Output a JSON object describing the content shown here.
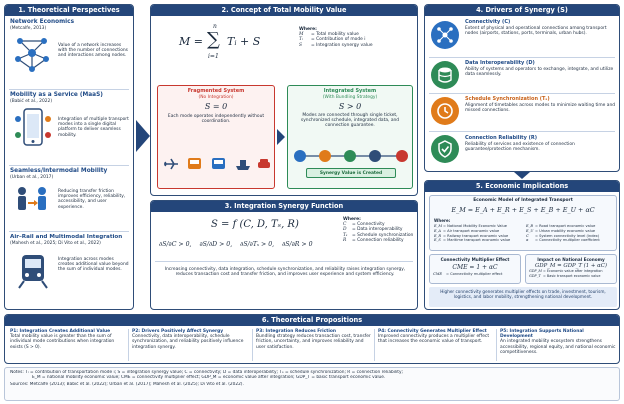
{
  "panel1": {
    "title": "1. Theoretical Perspectives",
    "items": [
      {
        "title": "Network Economics",
        "cite": "(Metcalfe, 2013)",
        "desc": "Value of a network increases with the number of connections and interactions among nodes."
      },
      {
        "title": "Mobility as a Service (MaaS)",
        "cite": "(Babić et al., 2022)",
        "desc": "Integration of multiple transport modes into a single digital platform to deliver seamless mobility."
      },
      {
        "title": "Seamless/Intermodal Mobility",
        "cite": "(Urban et al., 2017)",
        "desc": "Reducing transfer friction improves efficiency, reliability, accessibility, and user experience."
      },
      {
        "title": "Air–Rail and Multimodal Integration",
        "cite": "(Mahesh et al., 2025; Di Vito et al., 2022)",
        "desc": "Integration across modes creates additional value beyond the sum of individual modes."
      }
    ]
  },
  "panel2": {
    "title": "2. Concept of Total Mobility Value",
    "formula_lhs": "M =",
    "formula_sum": "∑",
    "formula_top": "n",
    "formula_bot": "i=1",
    "formula_rhs": "Tᵢ + S",
    "where_label": "Where:",
    "where": [
      {
        "sym": "M",
        "desc": "= Total mobility value"
      },
      {
        "sym": "Tᵢ",
        "desc": "= Contribution of mode i"
      },
      {
        "sym": "S",
        "desc": "= Integration synergy value"
      }
    ],
    "fragmented": {
      "title1": "Fragmented System",
      "title2": "(No Integration)",
      "eq": "S = 0",
      "desc": "Each mode operates independently without coordination."
    },
    "integrated": {
      "title1": "Integrated System",
      "title2": "(With Bundling Strategy)",
      "eq": "S > 0",
      "desc": "Modes are connected through single ticket, synchronized schedule, integrated data, and connection guarantee."
    },
    "synergy_label": "Synergy Value is Created"
  },
  "panel3": {
    "title": "3. Integration Synergy Function",
    "formula": "S = f (C, D, Tₛ, R)",
    "derivs": [
      "∂S/∂C > 0,",
      "∂S/∂D > 0,",
      "∂S/∂Tₛ > 0,",
      "∂S/∂R > 0"
    ],
    "where_label": "Where:",
    "where": [
      {
        "sym": "C",
        "desc": "= Connectivity"
      },
      {
        "sym": "D",
        "desc": "= Data interoperability"
      },
      {
        "sym": "Tₛ",
        "desc": "= Schedule synchronization"
      },
      {
        "sym": "R",
        "desc": "= Connection reliability"
      }
    ],
    "summary": "Increasing connectivity, data integration, schedule synchronization, and reliability raises integration synergy, reduces transaction cost and transfer friction, and improves user experience and system efficiency."
  },
  "panel4": {
    "title": "4. Drivers of Synergy (S)",
    "items": [
      {
        "title": "Connectivity (C)",
        "desc": "Extent of physical and operational connections among transport nodes (airports, stations, ports, terminals, urban hubs).",
        "color": "#2a6fc0"
      },
      {
        "title": "Data Interoperability (D)",
        "desc": "Ability of systems and operators to exchange, integrate, and utilize data seamlessly.",
        "color": "#2e8b57"
      },
      {
        "title": "Schedule Synchronization (Tₛ)",
        "desc": "Alignment of timetables across modes to minimize waiting time and missed connections.",
        "color": "#e07b1a"
      },
      {
        "title": "Connection Reliability (R)",
        "desc": "Reliability of services and existence of connection guarantee/protection mechanism.",
        "color": "#2e8b57"
      }
    ]
  },
  "panel5": {
    "title": "5. Economic Implications",
    "model_title": "Economic Model of Integrated Transport",
    "model_eq": "E_M = E_A + E_R + E_S + E_B + E_U + αC",
    "where_label": "Where:",
    "where_left": [
      {
        "sym": "E_M",
        "desc": "= National Mobility Economic Value"
      },
      {
        "sym": "E_A",
        "desc": "= Air transport economic value"
      },
      {
        "sym": "E_R",
        "desc": "= Railway transport economic value"
      },
      {
        "sym": "E_S",
        "desc": "= Maritime transport economic value"
      }
    ],
    "where_right": [
      {
        "sym": "E_B",
        "desc": "= Road transport economic value"
      },
      {
        "sym": "E_U",
        "desc": "= Urban mobility economic value"
      },
      {
        "sym": "C",
        "desc": "= System connectivity level (index)"
      },
      {
        "sym": "α",
        "desc": "= Connectivity multiplier coefficient"
      }
    ],
    "cme_title": "Connectivity Multiplier Effect",
    "cme_eq": "CME = 1 + αC",
    "cme_where": "= Connectivity multiplier effect",
    "cme_sym": "CME",
    "impact_title": "Impact on National Economy",
    "impact_eq": "GDP_M = GDP_T (1 + αC)",
    "impact_where": [
      {
        "sym": "GDP_M",
        "desc": "= Economic value after integration"
      },
      {
        "sym": "GDP_T",
        "desc": "= Basic transport economic value"
      }
    ],
    "summary": "Higher connectivity generates multiplier effects on trade, investment, tourism, logistics, and labor mobility, strengthening national development."
  },
  "panel6": {
    "title": "6. Theoretical Propositions",
    "props": [
      {
        "title": "P1: Integration Creates Additional Value",
        "desc": "Total mobility value is greater than the sum of individual mode contributions when integration exists (S > 0)."
      },
      {
        "title": "P2: Drivers Positively Affect Synergy",
        "desc": "Connectivity, data interoperability, schedule synchronization, and reliability positively influence integration synergy."
      },
      {
        "title": "P3: Integration Reduces Friction",
        "desc": "Bundling strategy reduces transaction cost, transfer friction, uncertainty, and improves reliability and user satisfaction."
      },
      {
        "title": "P4: Connectivity Generates Multiplier Effect",
        "desc": "Improved connectivity produces a multiplier effect that increases the economic value of transport."
      },
      {
        "title": "P5: Integration Supports National Development",
        "desc": "An integrated mobility ecosystem strengthens accessibility, regional equity, and national economic competitiveness."
      }
    ]
  },
  "notes": {
    "line1": "Notes:   Tᵢ = contribution of transportation mode i;   S = integration synergy value;   C = connectivity;   D = data interoperability;   Tₛ = schedule synchronization;   R = connection reliability;",
    "line2": "E_M = national mobility economic value;   CME = connectivity multiplier effect;   GDP_M = economic value after integration;   GDP_T = basic transport economic value.",
    "sources": "Sources: Metcalfe (2013); Babić et al. (2022); Urban et al. (2017); Mahesh et al. (2025); Di Vito et al. (2022)."
  },
  "colors": {
    "navy": "#24467a",
    "red": "#c8382f",
    "green": "#2e8b57",
    "orange": "#e07b1a",
    "blue": "#2a6fc0"
  },
  "icons": [
    "network-icon",
    "phone-icon",
    "people-icon",
    "train-icon",
    "plane-icon",
    "bus-icon",
    "ship-icon",
    "car-icon",
    "location-pin-icon",
    "database-icon",
    "clock-icon",
    "shield-check-icon",
    "arrow-right-icon",
    "arrow-down-icon"
  ]
}
